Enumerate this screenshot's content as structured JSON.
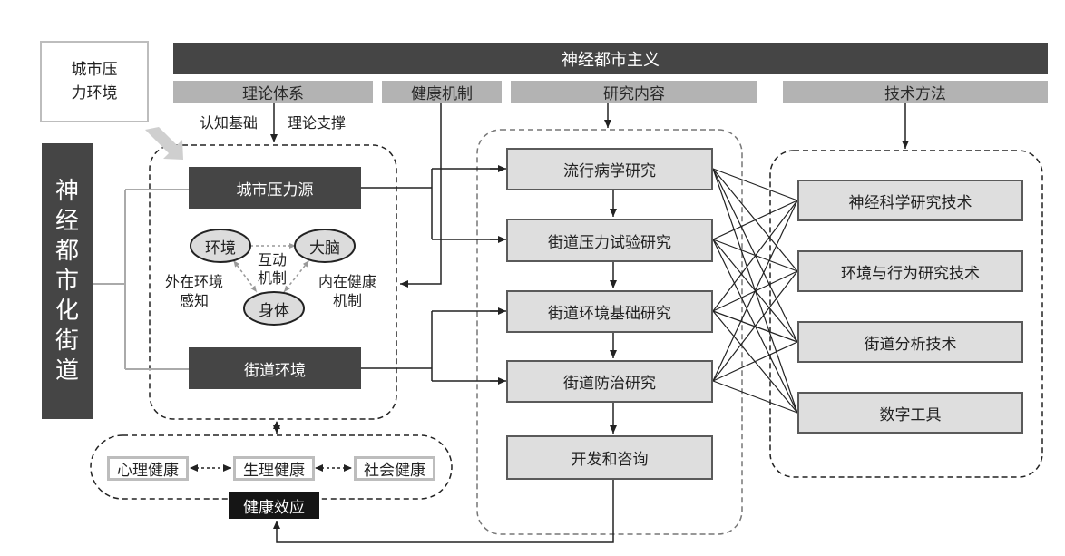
{
  "banner": "神经都市主义",
  "column_headers": {
    "theory": "理论体系",
    "health": "健康机制",
    "research": "研究内容",
    "tech": "技术方法"
  },
  "pressure_env": "城市压\n力环境",
  "theory_labels": {
    "cognition": "认知基础",
    "support": "理论支撑"
  },
  "vertical_title": "神\n经\n都\n市\n化\n街\n道",
  "left_group": {
    "source": "城市压力源",
    "street_env": "街道环境",
    "env": "环境",
    "brain": "大脑",
    "body": "身体",
    "interaction": "互动\n机制",
    "external": "外在环境\n感知",
    "internal": "内在健康\n机制"
  },
  "health": {
    "mental": "心理健康",
    "physical": "生理健康",
    "social": "社会健康",
    "effect": "健康效应"
  },
  "research": [
    "流行病学研究",
    "街道压力试验研究",
    "街道环境基础研究",
    "街道防治研究",
    "开发和咨询"
  ],
  "tech": [
    "神经科学研究技术",
    "环境与行为研究技术",
    "街道分析技术",
    "数字工具"
  ]
}
